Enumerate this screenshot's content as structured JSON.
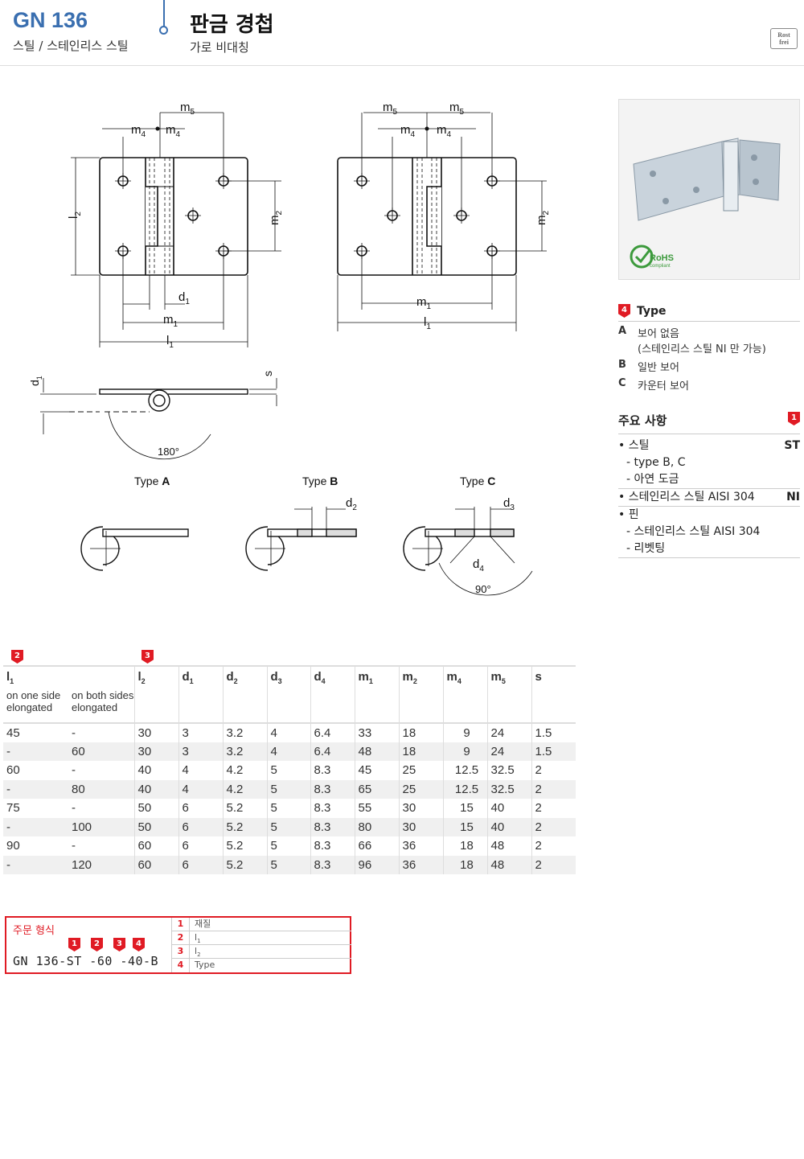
{
  "header": {
    "code": "GN 136",
    "material": "스틸 / 스테인리스 스틸",
    "title": "판금 경첩",
    "subtitle": "가로 비대칭",
    "logo": "Rost frei"
  },
  "drawing": {
    "dim_labels": {
      "m5": "m",
      "m4": "m",
      "l2": "l",
      "m2": "m",
      "d1": "d",
      "m1": "m",
      "l1": "l",
      "s": "s",
      "d2": "d",
      "d3": "d",
      "d4": "d"
    },
    "angle_180": "180°",
    "angle_90": "90°",
    "type_a": "Type",
    "type_a_letter": "A",
    "type_b": "Type",
    "type_b_letter": "B",
    "type_c": "Type",
    "type_c_letter": "C"
  },
  "photo": {
    "rohs": "RoHS",
    "rohs_sub": "compliant"
  },
  "type_box": {
    "badge": "4",
    "title": "Type",
    "items": [
      {
        "key": "A",
        "text": "보어 없음",
        "note": "(스테인리스 스틸 NI 만 가능)"
      },
      {
        "key": "B",
        "text": "일반 보어"
      },
      {
        "key": "C",
        "text": "카운터 보어"
      }
    ]
  },
  "notes": {
    "title": "주요 사항",
    "badge": "1",
    "steel": "스틸",
    "steel_code": "ST",
    "steel_sub1": "- type B, C",
    "steel_sub2": "- 아연 도금",
    "ss": "스테인리스 스틸 AISI 304",
    "ss_code": "NI",
    "pin": "핀",
    "pin_sub1": "- 스테인리스 스틸 AISI 304",
    "pin_sub2": "- 리벳팅"
  },
  "table": {
    "badge_l1": "2",
    "badge_l2": "3",
    "headers": [
      "l",
      "l",
      "d",
      "d",
      "d",
      "d",
      "m",
      "m",
      "m",
      "m",
      "s"
    ],
    "header_subs": [
      "1",
      "2",
      "1",
      "2",
      "3",
      "4",
      "1",
      "2",
      "4",
      "5",
      ""
    ],
    "sub1": "on one side elongated",
    "sub2": "on both sides elongated",
    "rows": [
      [
        "45",
        "-",
        "30",
        "3",
        "3.2",
        "4",
        "6.4",
        "33",
        "18",
        "9",
        "24",
        "1.5"
      ],
      [
        "-",
        "60",
        "30",
        "3",
        "3.2",
        "4",
        "6.4",
        "48",
        "18",
        "9",
        "24",
        "1.5"
      ],
      [
        "60",
        "-",
        "40",
        "4",
        "4.2",
        "5",
        "8.3",
        "45",
        "25",
        "12.5",
        "32.5",
        "2"
      ],
      [
        "-",
        "80",
        "40",
        "4",
        "4.2",
        "5",
        "8.3",
        "65",
        "25",
        "12.5",
        "32.5",
        "2"
      ],
      [
        "75",
        "-",
        "50",
        "6",
        "5.2",
        "5",
        "8.3",
        "55",
        "30",
        "15",
        "40",
        "2"
      ],
      [
        "-",
        "100",
        "50",
        "6",
        "5.2",
        "5",
        "8.3",
        "80",
        "30",
        "15",
        "40",
        "2"
      ],
      [
        "90",
        "-",
        "60",
        "6",
        "5.2",
        "5",
        "8.3",
        "66",
        "36",
        "18",
        "48",
        "2"
      ],
      [
        "-",
        "120",
        "60",
        "6",
        "5.2",
        "5",
        "8.3",
        "96",
        "36",
        "18",
        "48",
        "2"
      ]
    ]
  },
  "order": {
    "label": "주문 형식",
    "code": "GN 136-ST -60 -40-B",
    "badges": [
      "1",
      "2",
      "3",
      "4"
    ],
    "rows": [
      {
        "n": "1",
        "t": "재질"
      },
      {
        "n": "2",
        "t": "l"
      },
      {
        "n": "3",
        "t": "l"
      },
      {
        "n": "4",
        "t": "Type"
      }
    ]
  }
}
